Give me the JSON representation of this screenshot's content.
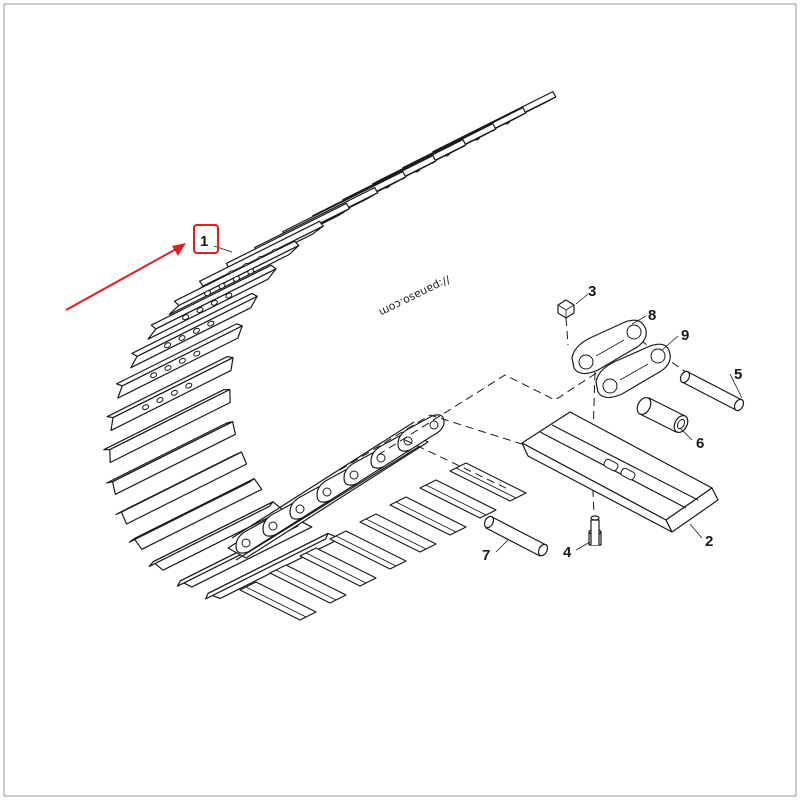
{
  "callouts": {
    "c1": "1",
    "c2": "2",
    "c3": "3",
    "c4": "4",
    "c5": "5",
    "c6": "6",
    "c7": "7",
    "c8": "8",
    "c9": "9"
  },
  "watermark": "//:panaso.com",
  "colors": {
    "highlight": "#e02020",
    "ink": "#1a1a1a",
    "frame": "#888888"
  }
}
